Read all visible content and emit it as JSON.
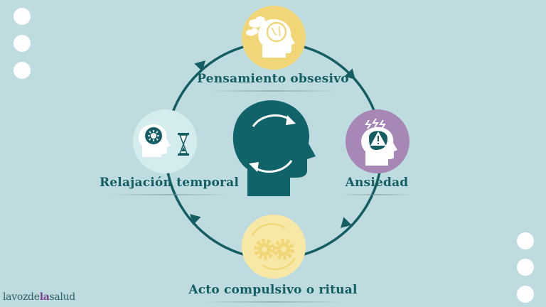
{
  "nodes": [
    {
      "id": "pensamiento",
      "label": "Pensamiento obsesivo",
      "color": "#f1d678",
      "icon": "brain-cloud-head-icon"
    },
    {
      "id": "ansiedad",
      "label": "Ansiedad",
      "color": "#a787b6",
      "icon": "alert-head-icon"
    },
    {
      "id": "acto",
      "label": "Acto compulsivo o ritual",
      "color": "#f8e8a6",
      "icon": "gears-icon"
    },
    {
      "id": "relajacion",
      "label": "Relajación temporal",
      "color": "#d5ecef",
      "icon": "sun-hourglass-head-icon"
    }
  ],
  "center_icon": "cycle-head-icon",
  "colors": {
    "cycle": "#145e63",
    "background": "#bedcdf"
  },
  "brand": {
    "part1": "lavozde",
    "part2": "la",
    "part3": "salud"
  }
}
